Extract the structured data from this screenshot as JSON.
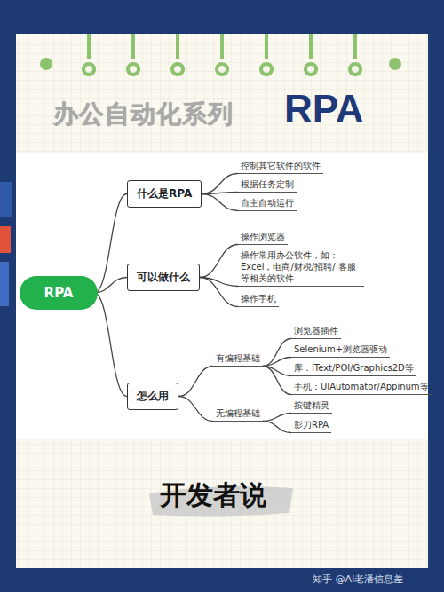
{
  "diagram": {
    "title": "办公自动化系列",
    "nodes": [
      {
        "text": [
          "RPA"
        ]
      },
      {
        "text": [
          "什么是RPA"
        ]
      },
      {
        "text": [
          "控制其它软件的软件"
        ]
      },
      {
        "text": [
          "根据任务定制"
        ]
      },
      {
        "text": [
          "自主自动运行"
        ]
      },
      {
        "text": [
          "可以做什么"
        ]
      },
      {
        "text": [
          "操作浏览器"
        ]
      },
      {
        "text": [
          "操作常用办公软件，如： Excel，电商/财税/招聘/ 客服等相关的软件"
        ]
      },
      {
        "text": [
          "操作手机"
        ]
      },
      {
        "text": [
          "怎么用"
        ]
      },
      {
        "text": [
          "有编程基础"
        ]
      },
      {
        "text": [
          "浏览器插件"
        ]
      },
      {
        "text": [
          "Selenium+浏览器驱动"
        ]
      },
      {
        "text": [
          "库：iText/POI/Graphics2D等"
        ]
      },
      {
        "text": [
          "手机：UIAutomator/Appinum等"
        ]
      },
      {
        "text": [
          "无编程基础"
        ]
      },
      {
        "text": [
          "按键精灵"
        ]
      },
      {
        "text": [
          "影刀RPA"
        ]
      }
    ],
    "edges": [
      {
        "from": 0,
        "to": 1,
        "arrow": "none"
      },
      {
        "from": 0,
        "to": 5,
        "arrow": "none"
      },
      {
        "from": 0,
        "to": 9,
        "arrow": "none"
      },
      {
        "from": 1,
        "to": 2,
        "arrow": "none"
      },
      {
        "from": 1,
        "to": 3,
        "arrow": "none"
      },
      {
        "from": 1,
        "to": 4,
        "arrow": "none"
      },
      {
        "from": 5,
        "to": 6,
        "arrow": "none"
      },
      {
        "from": 5,
        "to": 7,
        "arrow": "none"
      },
      {
        "from": 5,
        "to": 8,
        "arrow": "none"
      },
      {
        "from": 9,
        "to": 10,
        "arrow": "none"
      },
      {
        "from": 9,
        "to": 15,
        "arrow": "none"
      },
      {
        "from": 10,
        "to": 11,
        "arrow": "none"
      },
      {
        "from": 10,
        "to": 12,
        "arrow": "none"
      },
      {
        "from": 10,
        "to": 13,
        "arrow": "none"
      },
      {
        "from": 10,
        "to": 14,
        "arrow": "none"
      },
      {
        "from": 15,
        "to": 16,
        "arrow": "none"
      },
      {
        "from": 15,
        "to": 17,
        "arrow": "none"
      }
    ],
    "labels": [
      "RPA",
      "开发者说",
      "知乎 @AI老潘信息差"
    ]
  }
}
